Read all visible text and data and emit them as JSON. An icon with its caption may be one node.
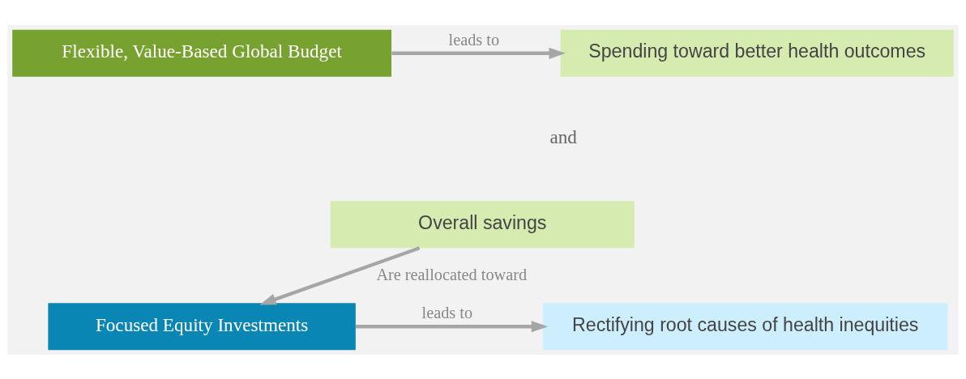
{
  "diagram": {
    "nodes": [
      {
        "text": [
          "Flexible, Value-Based Global Budget"
        ]
      },
      {
        "text": [
          "Spending toward better health outcomes"
        ]
      },
      {
        "text": [
          "Overall savings"
        ]
      },
      {
        "text": [
          "Focused Equity Investments"
        ]
      },
      {
        "text": [
          "Rectifying root causes of health inequities"
        ]
      }
    ],
    "edges": [
      {
        "from": 0,
        "to": 1,
        "arrow": "to",
        "label": "leads to"
      },
      {
        "from": 2,
        "to": 3,
        "arrow": "to",
        "label": "Are reallocated toward"
      },
      {
        "from": 3,
        "to": 4,
        "arrow": "to",
        "label": "leads to"
      }
    ],
    "labels": [
      "and"
    ]
  }
}
